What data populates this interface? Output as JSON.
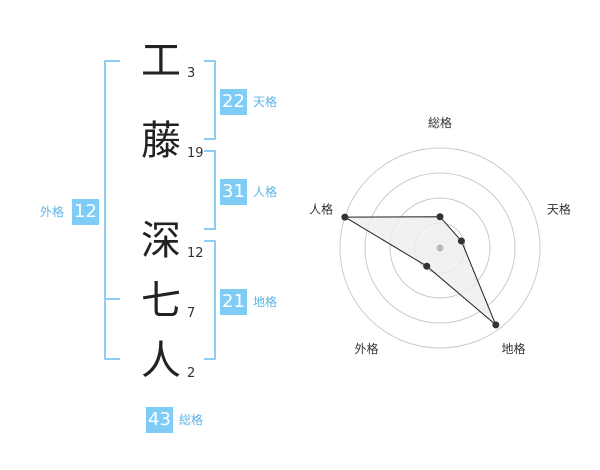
{
  "name": {
    "characters": [
      {
        "char": "工",
        "strokes": "3"
      },
      {
        "char": "藤",
        "strokes": "19"
      },
      {
        "char": "深",
        "strokes": "12"
      },
      {
        "char": "七",
        "strokes": "7"
      },
      {
        "char": "人",
        "strokes": "2"
      }
    ]
  },
  "fortunes": {
    "tenkaku": {
      "value": "22",
      "label": "天格"
    },
    "jinkaku": {
      "value": "31",
      "label": "人格"
    },
    "chikaku": {
      "value": "21",
      "label": "地格"
    },
    "gaikaku": {
      "value": "12",
      "label": "外格"
    },
    "soukaku": {
      "value": "43",
      "label": "総格"
    }
  },
  "chart_data": {
    "type": "radar",
    "axes": [
      "総格",
      "天格",
      "地格",
      "外格",
      "人格"
    ],
    "rings": 4,
    "max": 4,
    "values": [
      1.25,
      0.9,
      3.8,
      0.9,
      4.0
    ],
    "colors": {
      "fill": "#ededed",
      "line": "#222222",
      "point": "#333333",
      "ring": "#cccccc",
      "center": "#bbbbbb"
    }
  },
  "colors": {
    "accent": "#7fccf7",
    "bracket": "#8fcdf2",
    "label": "#5bb4e6"
  }
}
